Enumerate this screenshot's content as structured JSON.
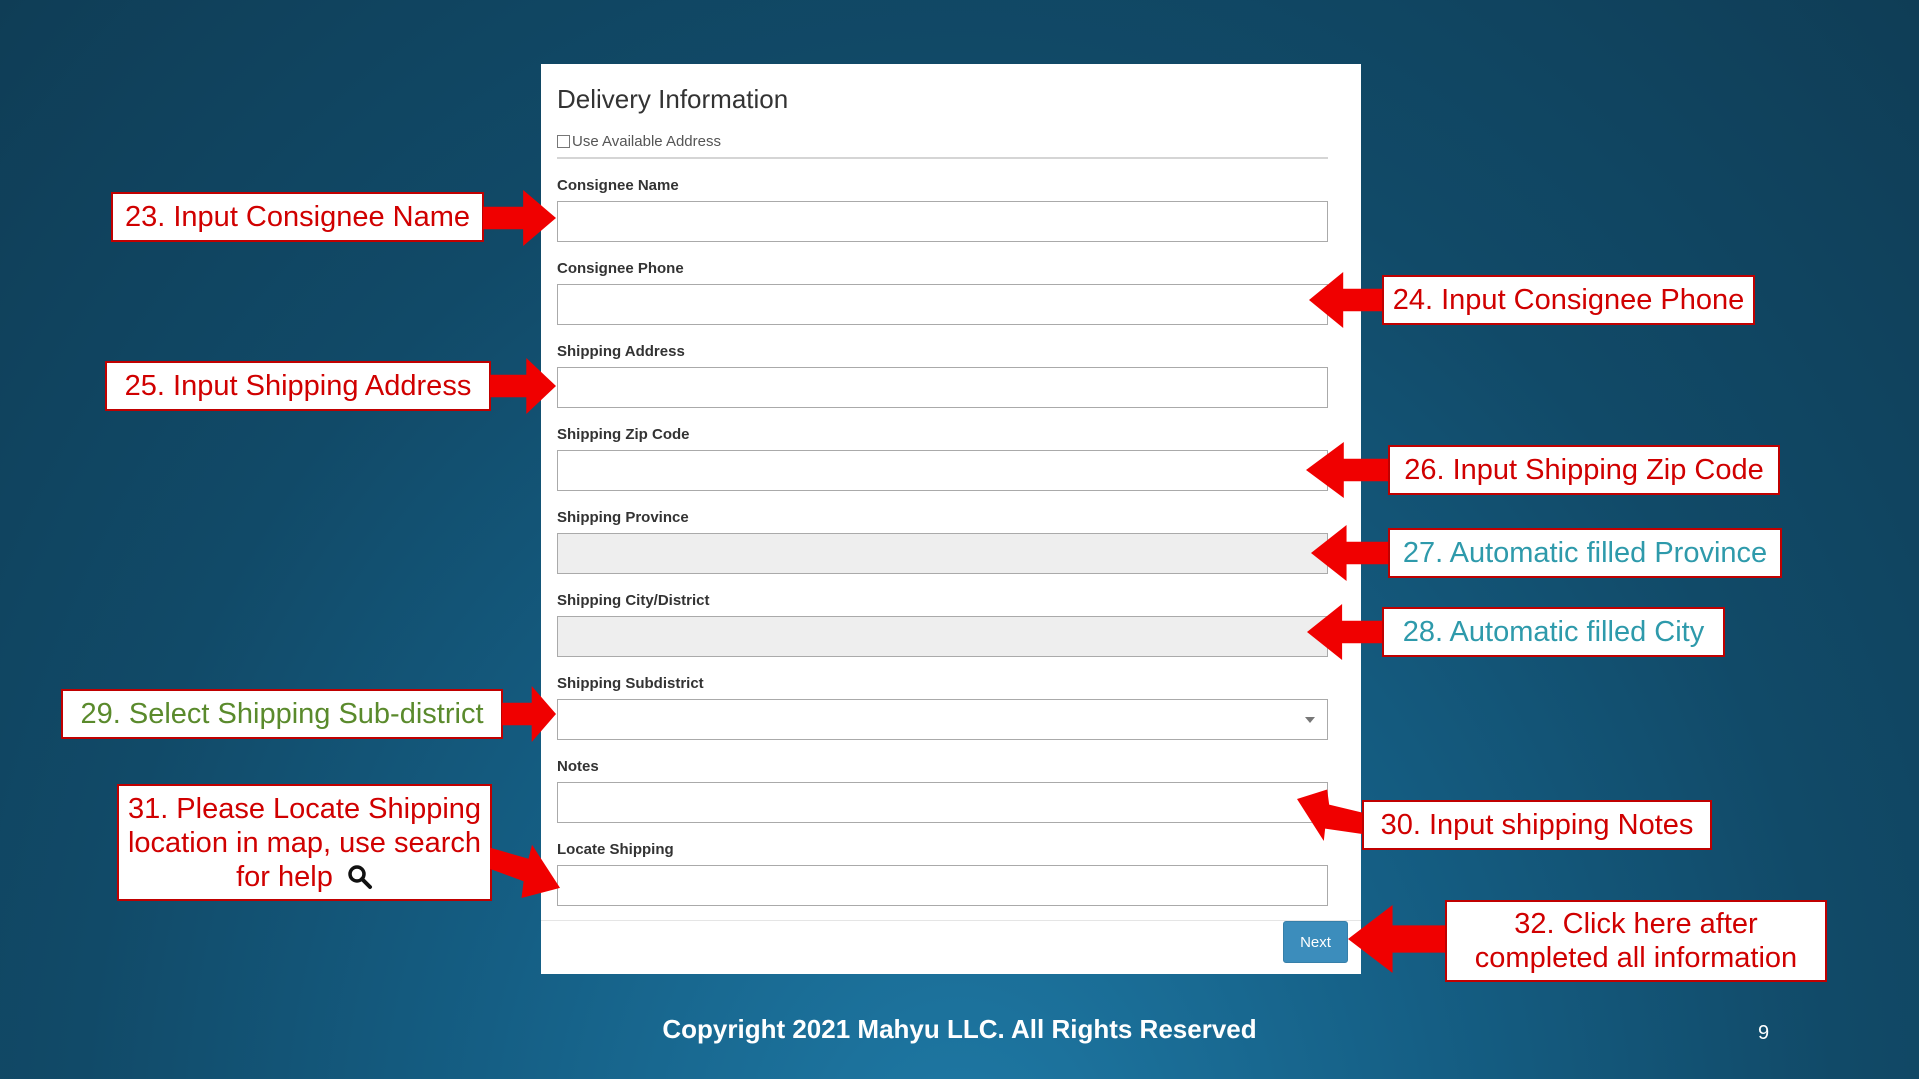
{
  "form": {
    "title": "Delivery Information",
    "use_available_address_label": "Use Available Address",
    "fields": {
      "consignee_name": {
        "label": "Consignee Name",
        "value": ""
      },
      "consignee_phone": {
        "label": "Consignee Phone",
        "value": ""
      },
      "shipping_address": {
        "label": "Shipping Address",
        "value": ""
      },
      "shipping_zip": {
        "label": "Shipping Zip Code",
        "value": ""
      },
      "shipping_province": {
        "label": "Shipping Province",
        "value": ""
      },
      "shipping_city": {
        "label": "Shipping City/District",
        "value": ""
      },
      "shipping_subdistrict": {
        "label": "Shipping Subdistrict",
        "value": ""
      },
      "notes": {
        "label": "Notes",
        "value": ""
      },
      "locate_shipping": {
        "label": "Locate Shipping",
        "value": ""
      }
    },
    "next_label": "Next"
  },
  "callouts": {
    "c23": "23. Input Consignee Name",
    "c24": "24. Input Consignee Phone",
    "c25": "25. Input Shipping Address",
    "c26": "26. Input Shipping Zip Code",
    "c27": "27. Automatic filled Province",
    "c28": "28. Automatic filled City",
    "c29": "29. Select Shipping Sub-district",
    "c30": "30. Input shipping Notes",
    "c31_line1": "31. Please Locate Shipping",
    "c31_line2": "location in map, use search",
    "c31_line3": "for help",
    "c32_line1": "32. Click here after",
    "c32_line2": "completed all information"
  },
  "footer": {
    "copyright": "Copyright 2021 Mahyu LLC. All Rights Reserved",
    "page_number": "9"
  },
  "colors": {
    "callout_red": "#d00000",
    "callout_teal": "#2e9aab",
    "callout_green": "#5a8a2c",
    "arrow": "#f00000",
    "button": "#3c8dbc"
  }
}
